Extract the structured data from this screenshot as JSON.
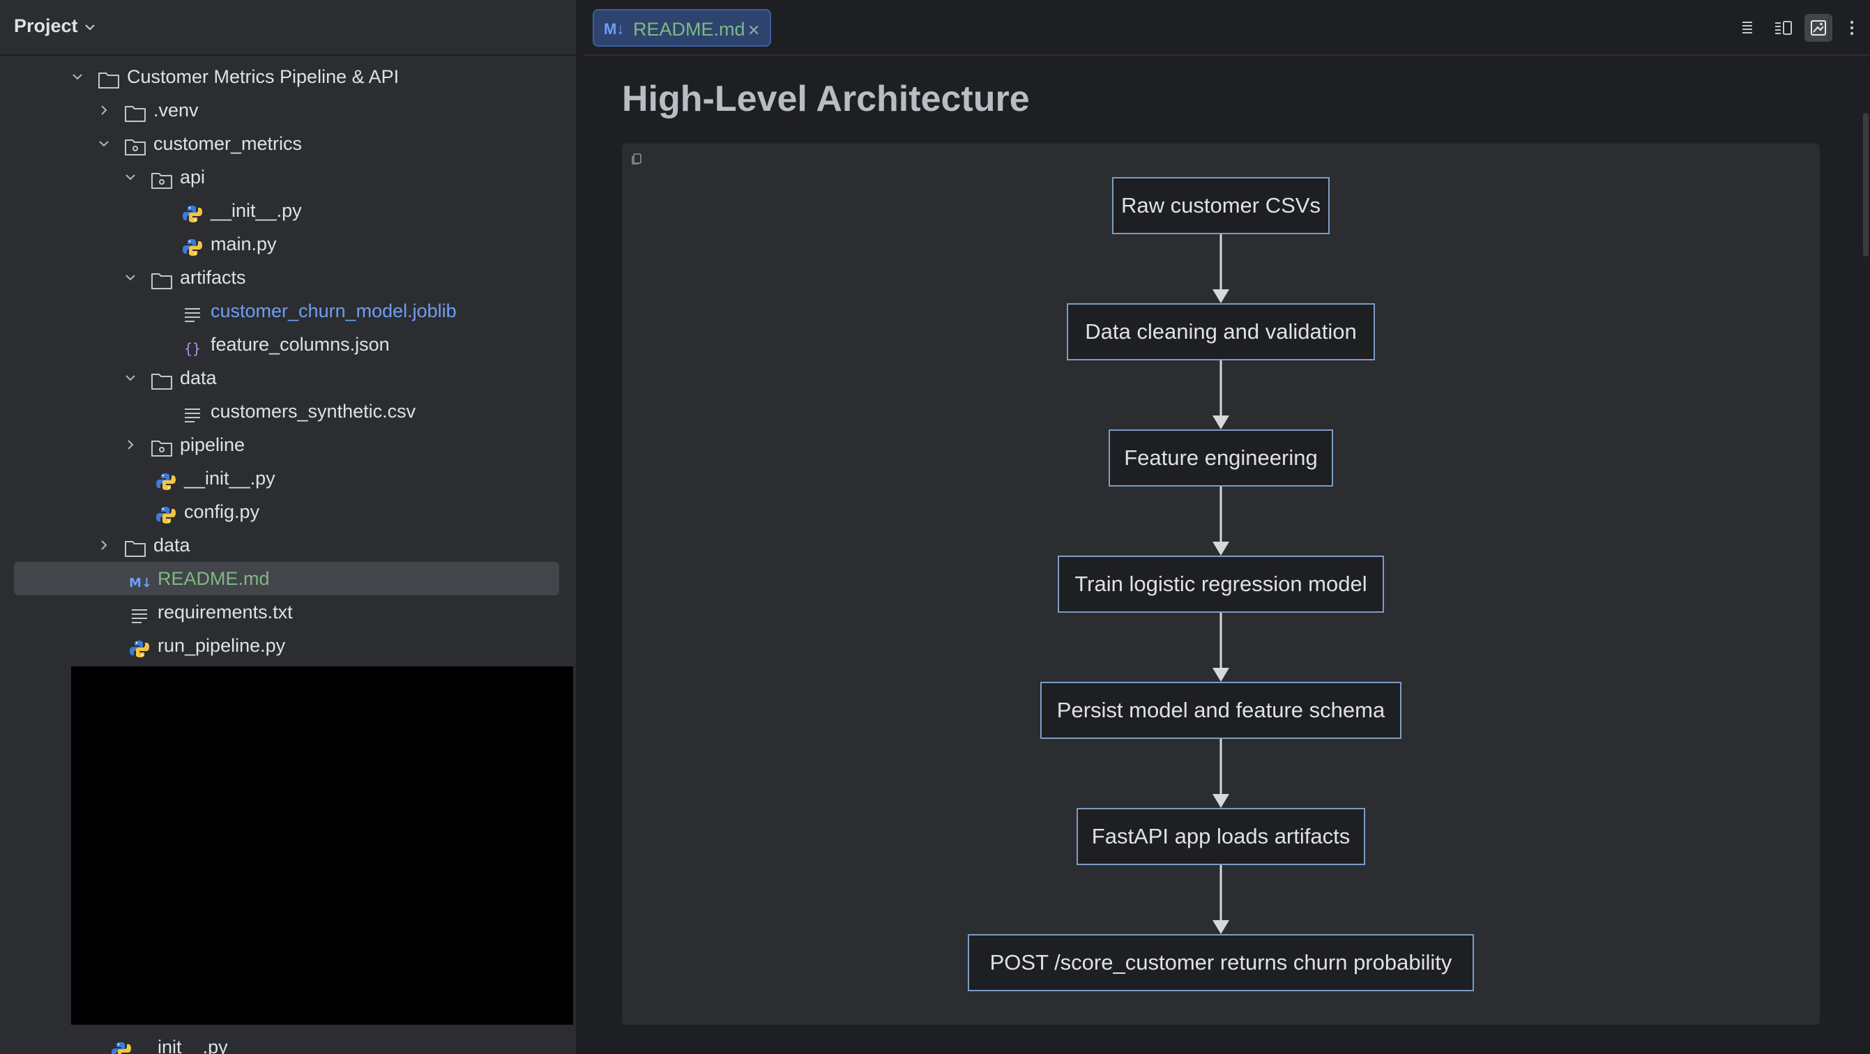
{
  "sidebar": {
    "title": "Project",
    "tree": [
      {
        "label": "Customer Metrics Pipeline & API",
        "depth": 0,
        "type": "folder",
        "expanded": true
      },
      {
        "label": ".venv",
        "depth": 1,
        "type": "folder",
        "expanded": false
      },
      {
        "label": "customer_metrics",
        "depth": 1,
        "type": "package",
        "expanded": true
      },
      {
        "label": "api",
        "depth": 2,
        "type": "package",
        "expanded": true
      },
      {
        "label": "__init__.py",
        "depth": 3,
        "type": "python"
      },
      {
        "label": "main.py",
        "depth": 3,
        "type": "python"
      },
      {
        "label": "artifacts",
        "depth": 2,
        "type": "folder",
        "expanded": true
      },
      {
        "label": "customer_churn_model.joblib",
        "depth": 3,
        "type": "text",
        "style": "link"
      },
      {
        "label": "feature_columns.json",
        "depth": 3,
        "type": "json"
      },
      {
        "label": "data",
        "depth": 2,
        "type": "folder",
        "expanded": true
      },
      {
        "label": "customers_synthetic.csv",
        "depth": 3,
        "type": "text"
      },
      {
        "label": "pipeline",
        "depth": 2,
        "type": "package",
        "expanded": false
      },
      {
        "label": "__init__.py",
        "depth": 2,
        "type": "python"
      },
      {
        "label": "config.py",
        "depth": 2,
        "type": "python"
      },
      {
        "label": "data",
        "depth": 1,
        "type": "folder",
        "expanded": false
      },
      {
        "label": "README.md",
        "depth": 1,
        "type": "markdown",
        "style": "md",
        "selected": true
      },
      {
        "label": "requirements.txt",
        "depth": 1,
        "type": "text"
      },
      {
        "label": "run_pipeline.py",
        "depth": 1,
        "type": "python"
      }
    ],
    "bottom_item": {
      "label": "__init__.py",
      "type": "python"
    }
  },
  "editor": {
    "tab": {
      "icon_text": "M↓",
      "label": "README.md"
    },
    "toolbar": {
      "active_mode": "preview-only"
    },
    "heading": "High-Level Architecture",
    "flow": [
      "Raw customer CSVs",
      "Data cleaning and validation",
      "Feature engineering",
      "Train logistic regression model",
      "Persist model and feature schema",
      "FastAPI app loads artifacts",
      "POST /score_customer returns churn probability"
    ]
  },
  "colors": {
    "link": "#6f9ef5",
    "markdown_file": "#7fb985",
    "selection": "#43454a",
    "node_border": "#7d9cc6"
  }
}
